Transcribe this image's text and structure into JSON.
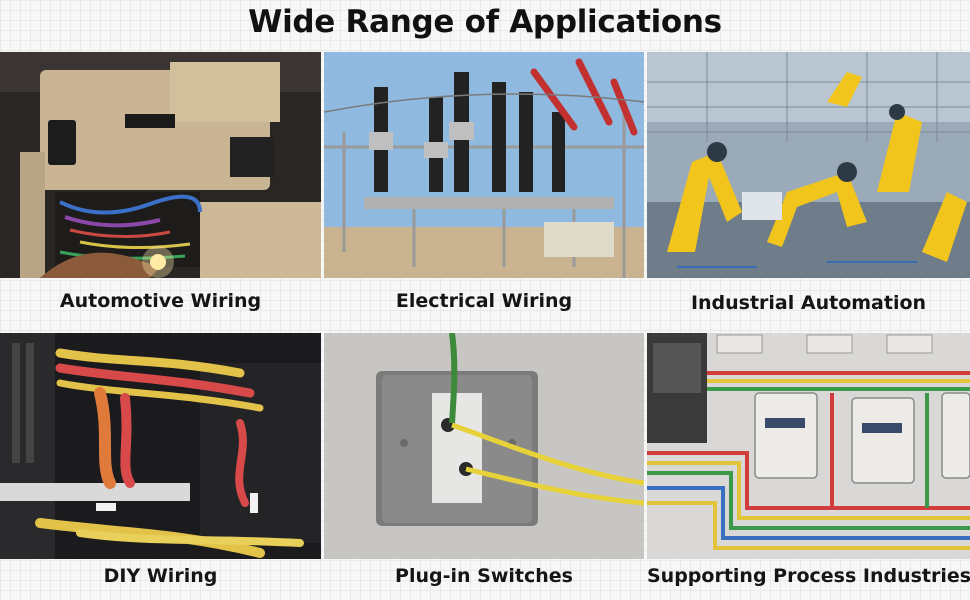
{
  "title": "Wide Range of Applications",
  "captions": [
    "Automotive Wiring",
    "Electrical Wiring",
    "Industrial Automation",
    "DIY Wiring",
    "Plug-in Switches",
    "Supporting Process Industries"
  ],
  "images": [
    {
      "icon": "car-dashboard-wiring-photo"
    },
    {
      "icon": "substation-insulators-photo"
    },
    {
      "icon": "yellow-robot-arms-photo"
    },
    {
      "icon": "pc-cable-bundle-photo"
    },
    {
      "icon": "wall-switch-socket-photo"
    },
    {
      "icon": "electric-meter-panel-photo"
    }
  ]
}
